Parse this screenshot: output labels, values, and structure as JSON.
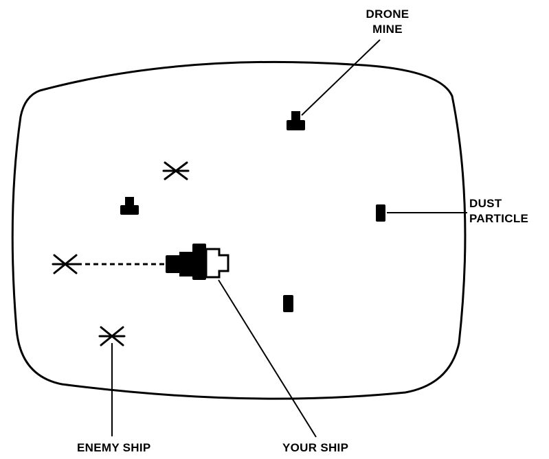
{
  "labels": {
    "drone_mine_line1": "DRONE",
    "drone_mine_line2": "MINE",
    "dust_particle_line1": "DUST",
    "dust_particle_line2": "PARTICLE",
    "enemy_ship": "ENEMY SHIP",
    "your_ship": "YOUR SHIP"
  },
  "colors": {
    "ink": "#000000",
    "paper": "#ffffff"
  },
  "icons": {
    "enemy_ship": "x-cross-icon",
    "drone_mine": "mine-block-icon",
    "dust_particle": "dust-block-icon",
    "your_ship": "player-ship-icon"
  }
}
